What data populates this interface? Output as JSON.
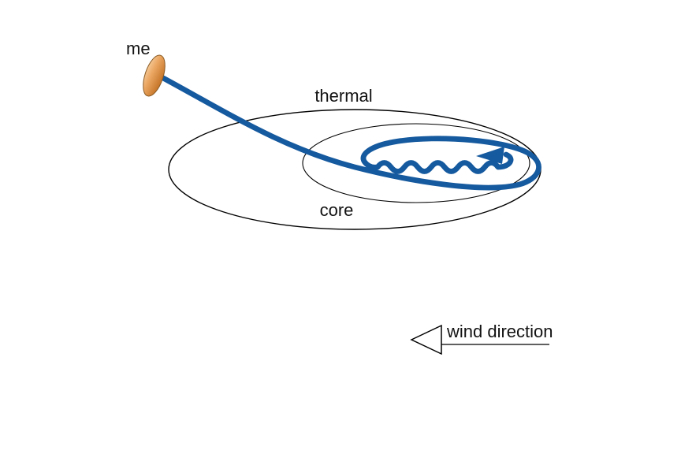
{
  "labels": {
    "me": "me",
    "thermal": "thermal",
    "core": "core",
    "wind_direction": "wind direction"
  },
  "colors": {
    "flight_path_blue": "#15599e",
    "glider_fill_light": "#f7d3a6",
    "glider_fill_mid": "#eba763",
    "glider_fill_dark": "#c97a2e",
    "glider_outline": "#8a5a24",
    "line_black": "#000000"
  },
  "icons": {
    "glider_marker": "tilted-ellipse-glider-marker",
    "flight_path_arrowhead": "left-arrowhead",
    "wind_arrow": "left-open-triangle-arrow"
  }
}
